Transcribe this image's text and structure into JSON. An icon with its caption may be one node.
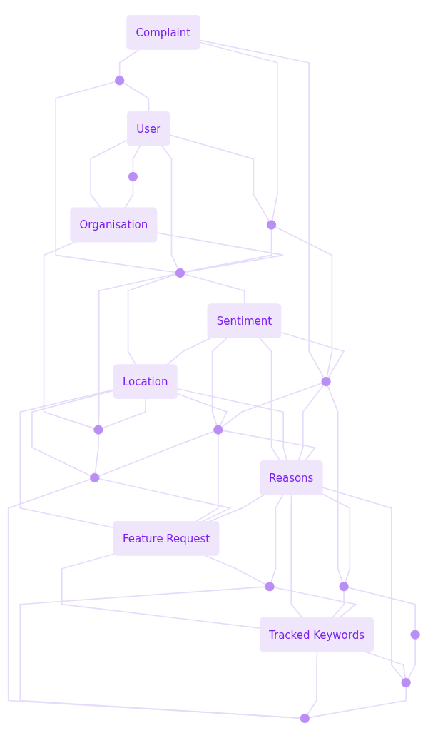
{
  "diagram": {
    "nodes": [
      {
        "text": [],
        "shape": "circle"
      },
      {
        "text": [
          "User"
        ]
      },
      {
        "text": [],
        "shape": "circle"
      },
      {
        "text": [
          "Complaint"
        ]
      },
      {
        "text": [
          "Organisation"
        ]
      },
      {
        "text": [],
        "shape": "circle"
      },
      {
        "text": [],
        "shape": "circle"
      },
      {
        "text": [],
        "shape": "circle"
      },
      {
        "text": [
          "Sentiment"
        ]
      },
      {
        "text": [
          "Location"
        ]
      },
      {
        "text": [],
        "shape": "circle"
      },
      {
        "text": [],
        "shape": "circle"
      },
      {
        "text": [],
        "shape": "circle"
      },
      {
        "text": [
          "Feature Request"
        ]
      },
      {
        "text": [
          "Reasons"
        ]
      },
      {
        "text": [],
        "shape": "circle"
      },
      {
        "text": [],
        "shape": "circle"
      },
      {
        "text": [
          "Tracked Keywords"
        ]
      },
      {
        "text": [],
        "shape": "circle"
      },
      {
        "text": [],
        "shape": "circle"
      },
      {
        "text": [],
        "shape": "circle"
      }
    ],
    "edges": [
      {
        "from": 3,
        "to": 0,
        "arrow": "none"
      },
      {
        "from": 0,
        "to": 1,
        "arrow": "none"
      },
      {
        "from": 1,
        "to": 2,
        "arrow": "none"
      },
      {
        "from": 0,
        "to": 6,
        "arrow": "none"
      },
      {
        "from": 1,
        "to": 5,
        "arrow": "none"
      },
      {
        "from": 1,
        "to": 6,
        "arrow": "none"
      },
      {
        "from": 1,
        "to": 4,
        "arrow": "none"
      },
      {
        "from": 2,
        "to": 4,
        "arrow": "none"
      },
      {
        "from": 3,
        "to": 5,
        "arrow": "none"
      },
      {
        "from": 3,
        "to": 11,
        "arrow": "none"
      },
      {
        "from": 5,
        "to": 6,
        "arrow": "none"
      },
      {
        "from": 4,
        "to": 6,
        "arrow": "none"
      },
      {
        "from": 4,
        "to": 7,
        "arrow": "none"
      },
      {
        "from": 6,
        "to": 7,
        "arrow": "none"
      },
      {
        "from": 6,
        "to": 8,
        "arrow": "none"
      },
      {
        "from": 6,
        "to": 9,
        "arrow": "none"
      },
      {
        "from": 5,
        "to": 11,
        "arrow": "none"
      },
      {
        "from": 8,
        "to": 11,
        "arrow": "none"
      },
      {
        "from": 8,
        "to": 9,
        "arrow": "none"
      },
      {
        "from": 8,
        "to": 14,
        "arrow": "none"
      },
      {
        "from": 8,
        "to": 12,
        "arrow": "none"
      },
      {
        "from": 9,
        "to": 7,
        "arrow": "none"
      },
      {
        "from": 9,
        "to": 10,
        "arrow": "none"
      },
      {
        "from": 7,
        "to": 10,
        "arrow": "none"
      },
      {
        "from": 9,
        "to": 12,
        "arrow": "none"
      },
      {
        "from": 9,
        "to": 14,
        "arrow": "none"
      },
      {
        "from": 9,
        "to": 13,
        "arrow": "none"
      },
      {
        "from": 11,
        "to": 12,
        "arrow": "none"
      },
      {
        "from": 11,
        "to": 14,
        "arrow": "none"
      },
      {
        "from": 11,
        "to": 16,
        "arrow": "none"
      },
      {
        "from": 12,
        "to": 10,
        "arrow": "none"
      },
      {
        "from": 12,
        "to": 13,
        "arrow": "none"
      },
      {
        "from": 12,
        "to": 14,
        "arrow": "none"
      },
      {
        "from": 10,
        "to": 13,
        "arrow": "none"
      },
      {
        "from": 10,
        "to": 18,
        "arrow": "none"
      },
      {
        "from": 14,
        "to": 13,
        "arrow": "none"
      },
      {
        "from": 13,
        "to": 15,
        "arrow": "none"
      },
      {
        "from": 13,
        "to": 17,
        "arrow": "none"
      },
      {
        "from": 14,
        "to": 15,
        "arrow": "none"
      },
      {
        "from": 14,
        "to": 17,
        "arrow": "none"
      },
      {
        "from": 14,
        "to": 16,
        "arrow": "none"
      },
      {
        "from": 14,
        "to": 20,
        "arrow": "none"
      },
      {
        "from": 16,
        "to": 17,
        "arrow": "none"
      },
      {
        "from": 16,
        "to": 19,
        "arrow": "none"
      },
      {
        "from": 15,
        "to": 17,
        "arrow": "none"
      },
      {
        "from": 15,
        "to": 18,
        "arrow": "none"
      },
      {
        "from": 17,
        "to": 18,
        "arrow": "none"
      },
      {
        "from": 17,
        "to": 20,
        "arrow": "none"
      },
      {
        "from": 19,
        "to": 20,
        "arrow": "none"
      },
      {
        "from": 20,
        "to": 18,
        "arrow": "none"
      }
    ]
  }
}
